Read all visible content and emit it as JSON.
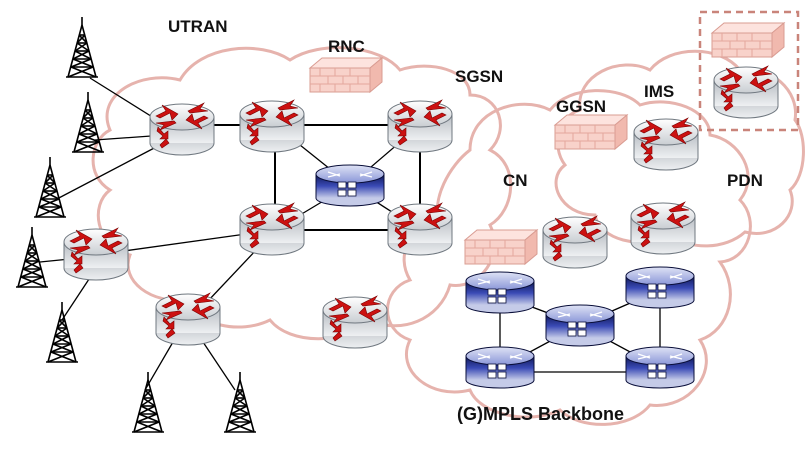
{
  "labels": {
    "utran": "UTRAN",
    "rnc": "RNC",
    "sgsn": "SGSN",
    "ggsn": "GGSN",
    "ims": "IMS",
    "cn": "CN",
    "pdn": "PDN",
    "backbone": "(G)MPLS Backbone"
  },
  "colors": {
    "cloud_stroke": "#e6b3ad",
    "router_body": "#d6d9dc",
    "router_arrow": "#cc1111",
    "switch_body": "#1a237e",
    "firewall": "#f6c9c1",
    "link": "#000000",
    "pdn_border": "#c9847a"
  }
}
